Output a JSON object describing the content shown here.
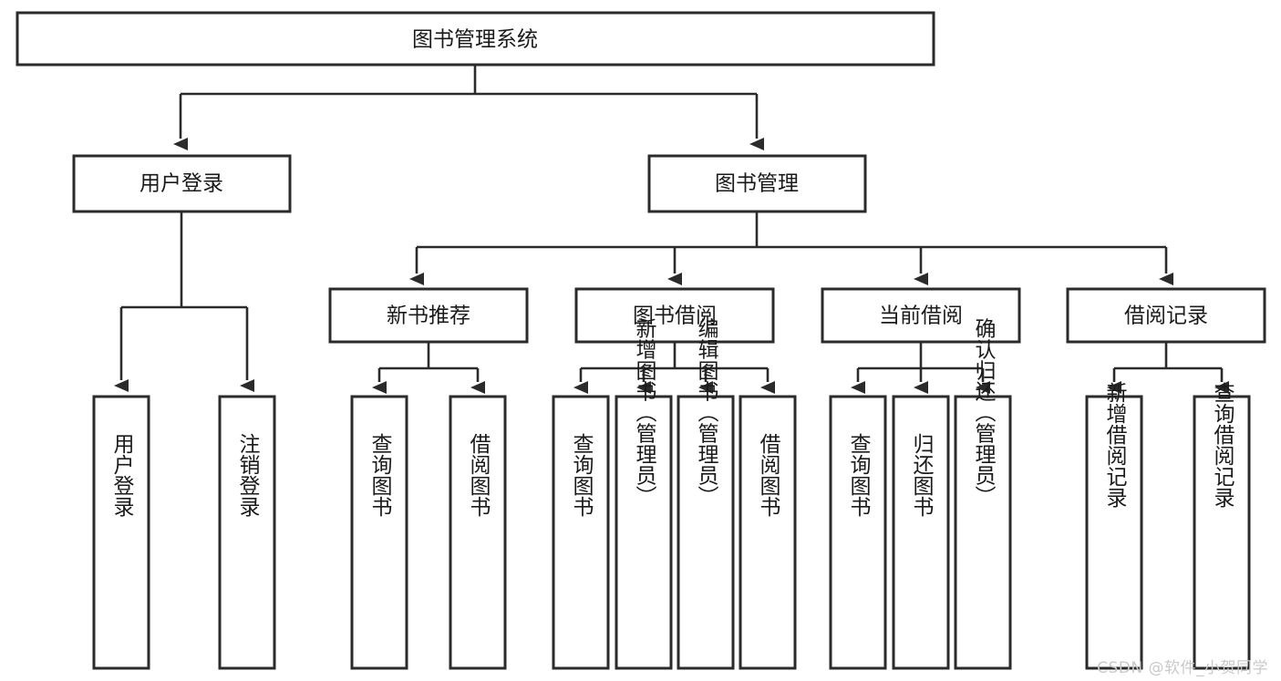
{
  "diagram": {
    "type": "tree-hierarchy",
    "title": "图书管理系统",
    "watermark": "CSDN @软件_小贺同学",
    "colors": {
      "background": "#ffffff",
      "stroke": "#2b2b2b",
      "text": "#1a1a1a",
      "watermark": "#c9c9c9"
    },
    "levels": {
      "root": {
        "label": "图书管理系统"
      },
      "level2": [
        {
          "id": "user-login",
          "label": "用户登录"
        },
        {
          "id": "book-manage",
          "label": "图书管理"
        }
      ],
      "level3": [
        {
          "id": "new-book-recommend",
          "label": "新书推荐",
          "parent": "book-manage"
        },
        {
          "id": "book-borrow",
          "label": "图书借阅",
          "parent": "book-manage"
        },
        {
          "id": "current-borrow",
          "label": "当前借阅",
          "parent": "book-manage"
        },
        {
          "id": "borrow-record",
          "label": "借阅记录",
          "parent": "book-manage"
        }
      ],
      "leaves": [
        {
          "id": "leaf-user-login",
          "label": "用户登录",
          "parent": "user-login"
        },
        {
          "id": "leaf-logout",
          "label": "注销登录",
          "parent": "user-login"
        },
        {
          "id": "leaf-query-book-1",
          "label": "查询图书",
          "parent": "new-book-recommend"
        },
        {
          "id": "leaf-borrow-book-1",
          "label": "借阅图书",
          "parent": "new-book-recommend"
        },
        {
          "id": "leaf-query-book-2",
          "label": "查询图书",
          "parent": "book-borrow"
        },
        {
          "id": "leaf-add-book",
          "label": "新增图书（管理员）",
          "parent": "book-borrow"
        },
        {
          "id": "leaf-edit-book",
          "label": "编辑图书（管理员）",
          "parent": "book-borrow"
        },
        {
          "id": "leaf-borrow-book-2",
          "label": "借阅图书",
          "parent": "book-borrow"
        },
        {
          "id": "leaf-query-book-3",
          "label": "查询图书",
          "parent": "current-borrow"
        },
        {
          "id": "leaf-return-book",
          "label": "归还图书",
          "parent": "current-borrow"
        },
        {
          "id": "leaf-confirm-return",
          "label": "确认归还（管理员）",
          "parent": "current-borrow"
        },
        {
          "id": "leaf-add-record",
          "label": "新增借阅记录",
          "parent": "borrow-record"
        },
        {
          "id": "leaf-query-record",
          "label": "查询借阅记录",
          "parent": "borrow-record"
        }
      ]
    }
  }
}
